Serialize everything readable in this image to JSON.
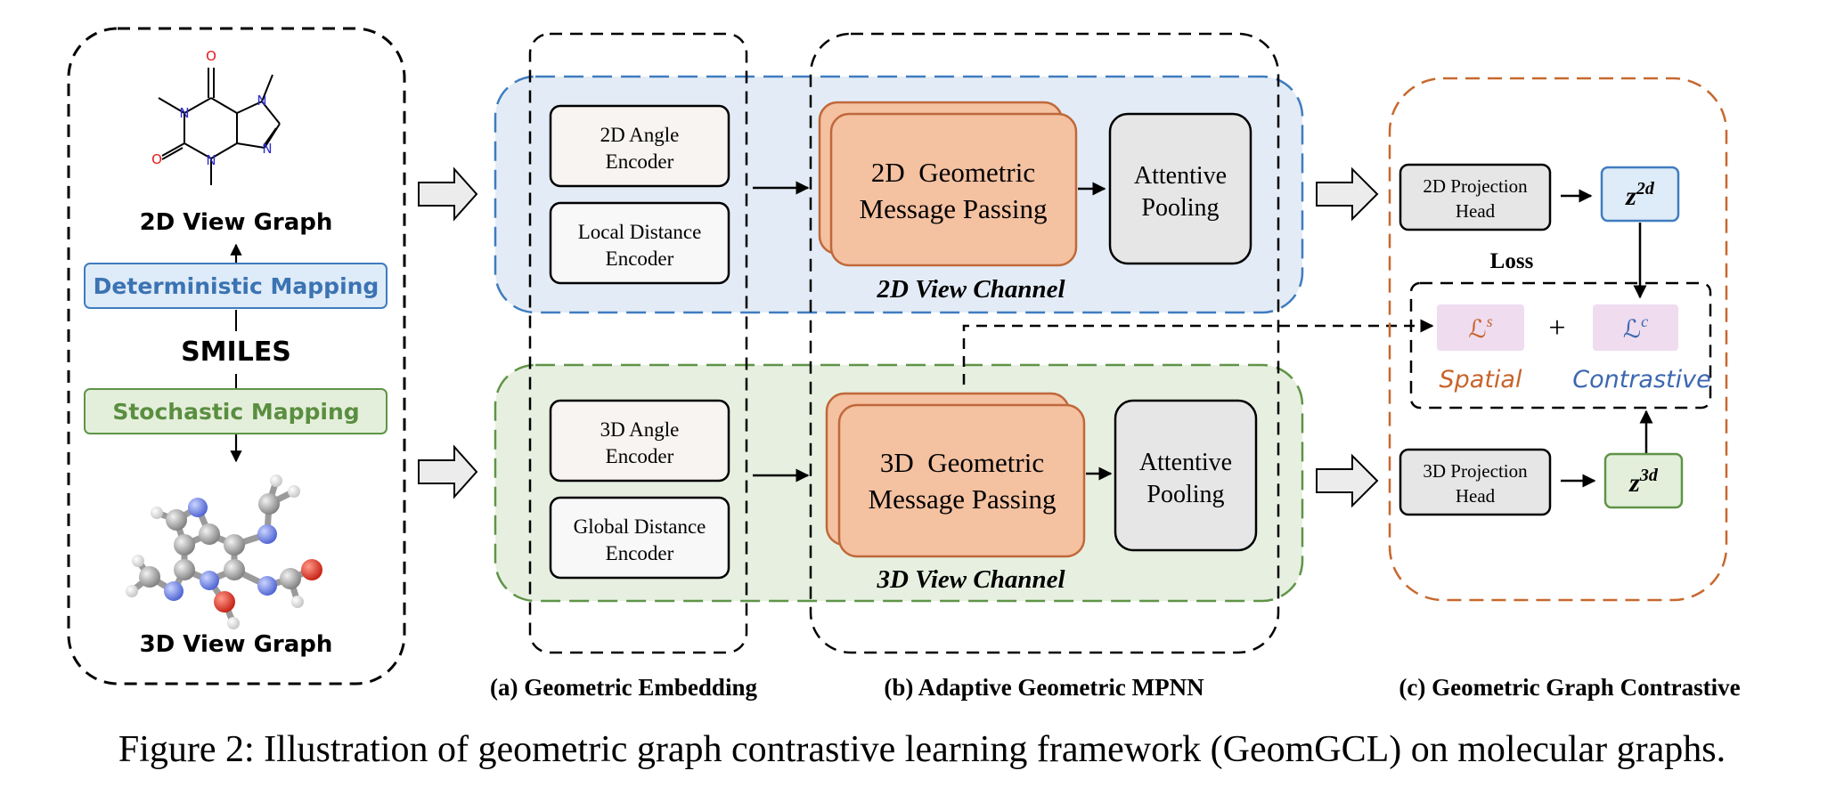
{
  "left_panel": {
    "graph_2d_label": "2D View Graph",
    "mapping_2d": "Deterministic Mapping",
    "smiles": "SMILES",
    "mapping_3d": "Stochastic Mapping",
    "graph_3d_label": "3D View Graph"
  },
  "embedding": {
    "angle_2d": [
      "2D Angle",
      "Encoder"
    ],
    "local_distance": [
      "Local Distance",
      "Encoder"
    ],
    "angle_3d": [
      "3D Angle",
      "Encoder"
    ],
    "global_distance": [
      "Global Distance",
      "Encoder"
    ],
    "section_label": "(a) Geometric Embedding"
  },
  "mpnn": {
    "mp_2d": [
      "2D  Geometric",
      "Message Passing"
    ],
    "mp_3d": [
      "3D  Geometric",
      "Message Passing"
    ],
    "pool_2d": [
      "Attentive",
      "Pooling"
    ],
    "pool_3d": [
      "Attentive",
      "Pooling"
    ],
    "section_label": "(b) Adaptive Geometric MPNN"
  },
  "channels": {
    "channel_2d": "2D View Channel",
    "channel_3d": "3D View Channel"
  },
  "contrastive": {
    "proj_2d": [
      "2D Projection",
      "Head"
    ],
    "proj_3d": [
      "3D Projection",
      "Head"
    ],
    "z_2d_base": "z",
    "z_2d_sup": "2d",
    "z_3d_base": "z",
    "z_3d_sup": "3d",
    "loss_label": "Loss",
    "loss_s_base": "ℒ",
    "loss_s_sup": "s",
    "loss_c_base": "ℒ",
    "loss_c_sup": "c",
    "plus": "+",
    "spatial": "Spatial",
    "contrastive": "Contrastive",
    "section_label": "(c) Geometric Graph Contrastive"
  },
  "caption": "Figure 2: Illustration of geometric graph contrastive learning framework (GeomGCL) on molecular graphs.",
  "colors": {
    "blue_channel": "#e3ecf6",
    "blue_border": "#3f7cbf",
    "green_channel": "#e7f0e0",
    "green_border": "#5f9447",
    "salmon": "#f4c1a1",
    "salmon_border": "#c0683a",
    "orange_border": "#c7682e",
    "gray_box": "#e6e6e6",
    "pink": "#efdcef",
    "spatial_text": "#c8632a",
    "contrastive_text": "#3b67b0"
  }
}
